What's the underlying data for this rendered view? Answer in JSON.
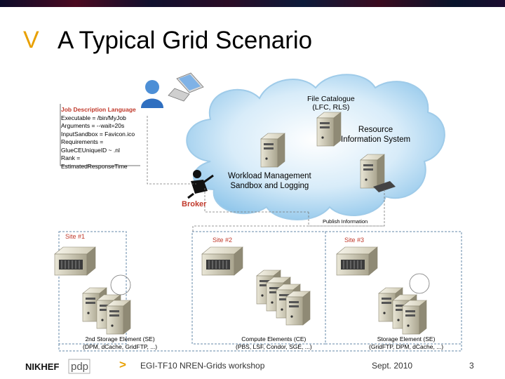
{
  "header": {
    "mark": "V",
    "title": "A Typical Grid Scenario"
  },
  "jdl": {
    "title": "Job Description Language",
    "lines": [
      "Executable = /bin/MyJob",
      "Arguments = --wait=20s",
      "InputSandbox = Favicon.ico",
      "Requirements =",
      "GlueCEUniqueID ~ .nl",
      "Rank =",
      "EstimatedResponseTime"
    ]
  },
  "nodes": {
    "file_catalogue": [
      "File Catalogue",
      "(LFC, RLS)"
    ],
    "resource_info": [
      "Resource",
      "Information System"
    ],
    "wms": [
      "Workload Management",
      "Sandbox and Logging"
    ],
    "broker": "Broker",
    "publish": "Publish Information"
  },
  "sites": {
    "site1": "Site #1",
    "site2": "Site #2",
    "site3": "Site #3"
  },
  "captions": {
    "se1": [
      "2nd Storage Element (SE)",
      "(DPM, dCache, GridFTP, ...)"
    ],
    "ce": [
      "Compute Elements (CE)",
      "(PBS, LSF, Condor, SGE, ...)"
    ],
    "se2": [
      "Storage Element (SE)",
      "(GridFTP, DPM, dCache, ...)"
    ]
  },
  "footer": {
    "arrow": ">",
    "text": "EGI-TF10 NREN-Grids workshop",
    "date": "Sept. 2010",
    "page": "3"
  },
  "logos": {
    "nikhef": "NIKHEF",
    "pdp": "pdp"
  },
  "colors": {
    "accent": "#e8a000",
    "cloud": "#b9dcf2",
    "site_label": "#c0392b",
    "broker": "#c0392b"
  }
}
